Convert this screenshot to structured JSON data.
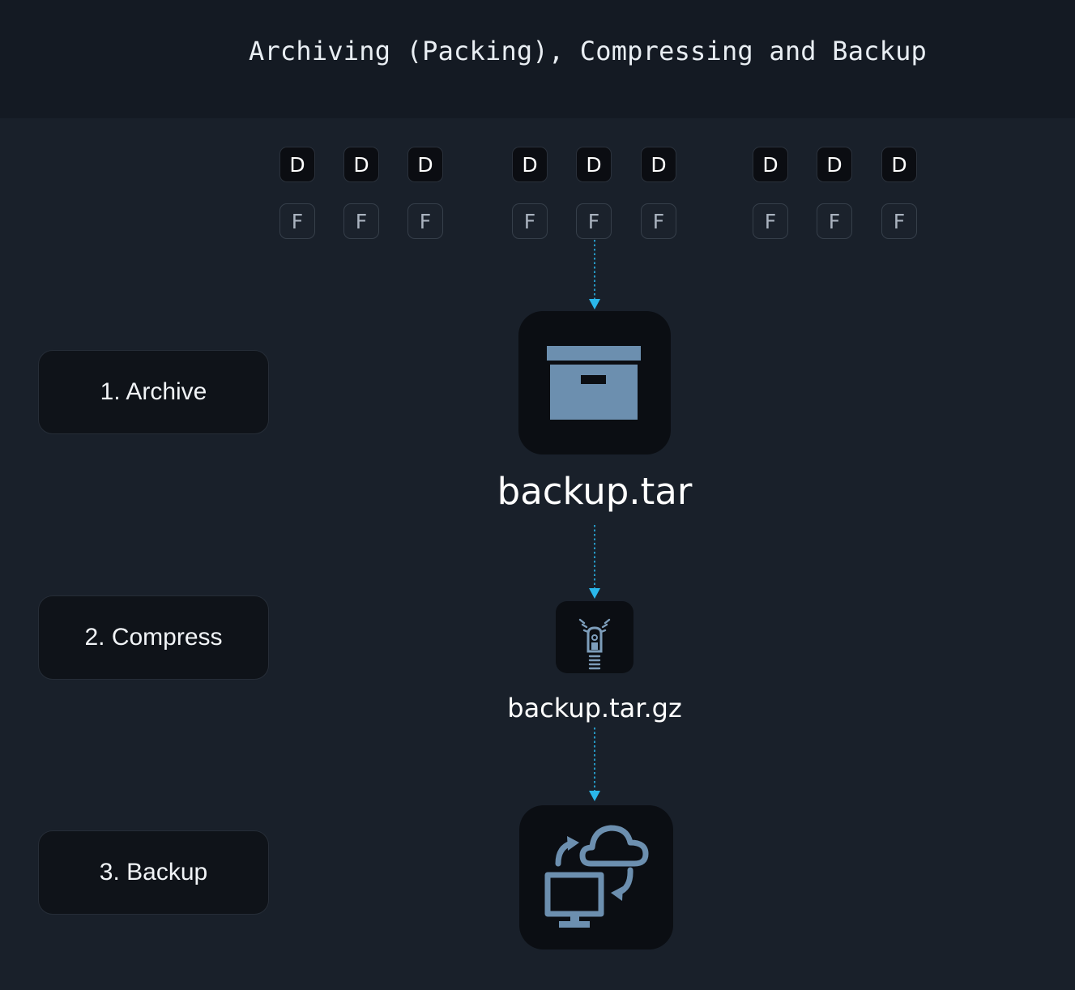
{
  "title": "Archiving (Packing), Compressing and Backup",
  "groups": [
    {
      "dirs": [
        "D",
        "D",
        "D"
      ],
      "files": [
        "F",
        "F",
        "F"
      ]
    },
    {
      "dirs": [
        "D",
        "D",
        "D"
      ],
      "files": [
        "F",
        "F",
        "F"
      ]
    },
    {
      "dirs": [
        "D",
        "D",
        "D"
      ],
      "files": [
        "F",
        "F",
        "F"
      ]
    }
  ],
  "steps": {
    "archive": "1. Archive",
    "compress": "2. Compress",
    "backup": "3. Backup"
  },
  "files": {
    "tar": "backup.tar",
    "targz": "backup.tar.gz"
  },
  "icons": {
    "archive": "archive-box-icon",
    "compress": "zipper-icon",
    "backup": "cloud-sync-monitor-icon"
  },
  "colors": {
    "background": "#19202a",
    "header": "#141a23",
    "arrow": "#2ab7ea",
    "icon": "#6c8faf"
  }
}
